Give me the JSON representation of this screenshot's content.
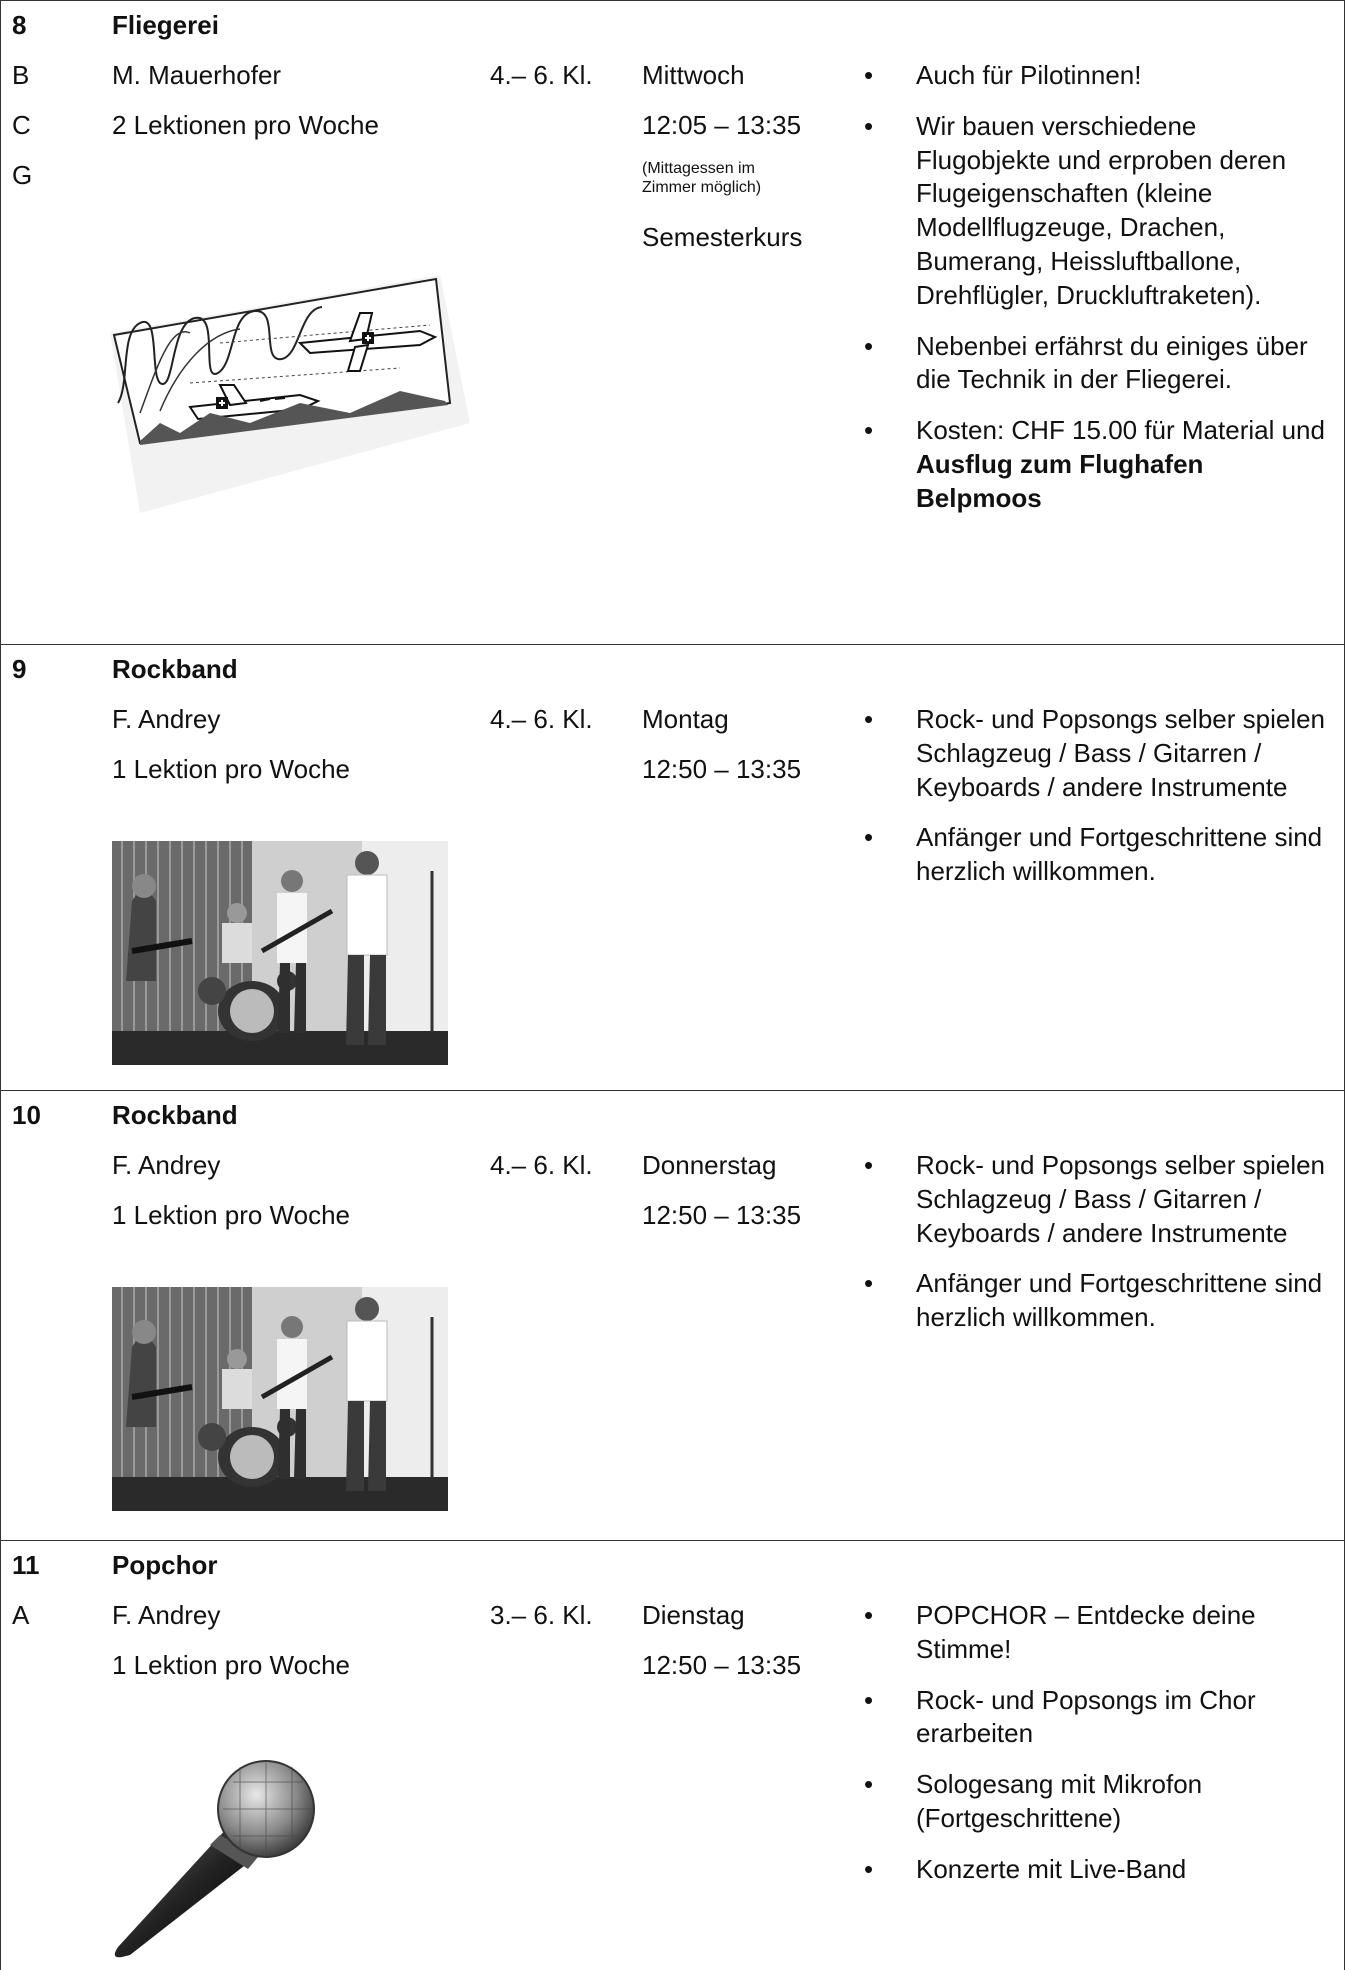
{
  "courses": [
    {
      "number": "8",
      "title": "Fliegerei",
      "codes": [
        "B",
        "C",
        "G"
      ],
      "teacher": "M. Mauerhofer",
      "lessons": "2 Lektionen pro Woche",
      "grade": "4.– 6. Kl.",
      "day": "Mittwoch",
      "time": "12:05 – 13:35",
      "note": "(Mittagessen im Zimmer möglich)",
      "note_line1": "(Mittagessen im",
      "note_line2": "Zimmer möglich)",
      "term": "Semesterkurs",
      "image": "airplane-sketch",
      "bullets": [
        "Auch für Pilotinnen!",
        "Wir bauen verschiedene Flugobjekte und erproben deren Flugeigenschaften (kleine Modellflugzeuge, Drachen, Bumerang, Heissluftballone, Drehflügler, Druckluftraketen).",
        "Nebenbei erfährst du einiges über die Technik in der Fliegerei."
      ],
      "cost_text": "Kosten: CHF 15.00 für Material und",
      "cost_bold": "Ausflug zum Flughafen Belpmoos"
    },
    {
      "number": "9",
      "title": "Rockband",
      "codes": [],
      "teacher": "F. Andrey",
      "lessons": "1 Lektion pro Woche",
      "grade": "4.– 6. Kl.",
      "day": "Montag",
      "time": "12:50 – 13:35",
      "image": "band-photo",
      "bullets": [
        "Rock- und Popsongs selber spielen Schlagzeug / Bass / Gitarren / Keyboards / andere Instrumente",
        "Anfänger und Fortgeschrittene sind herzlich willkommen."
      ]
    },
    {
      "number": "10",
      "title": "Rockband",
      "codes": [],
      "teacher": "F. Andrey",
      "lessons": "1 Lektion pro Woche",
      "grade": "4.– 6. Kl.",
      "day": "Donnerstag",
      "time": "12:50 – 13:35",
      "image": "band-photo",
      "bullets": [
        "Rock- und Popsongs selber spielen Schlagzeug / Bass / Gitarren / Keyboards / andere Instrumente",
        "Anfänger und Fortgeschrittene sind herzlich willkommen."
      ]
    },
    {
      "number": "11",
      "title": "Popchor",
      "codes": [
        "A"
      ],
      "teacher": "F. Andrey",
      "lessons": "1 Lektion pro Woche",
      "grade": "3.– 6. Kl.",
      "day": "Dienstag",
      "time": "12:50 – 13:35",
      "image": "microphone",
      "bullets": [
        "POPCHOR – Entdecke deine Stimme!",
        "Rock- und Popsongs im Chor erarbeiten",
        "Sologesang mit Mikrofon (Fortgeschrittene)",
        "Konzerte mit Live-Band"
      ]
    }
  ]
}
